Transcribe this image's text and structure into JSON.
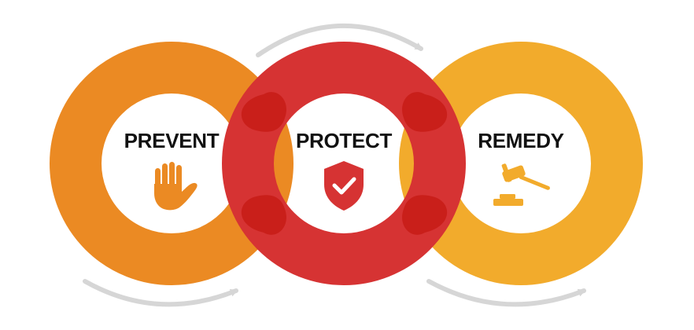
{
  "diagram": {
    "stages": [
      {
        "label": "PREVENT",
        "icon": "raised-hand-icon",
        "color": "#EB8A23"
      },
      {
        "label": "PROTECT",
        "icon": "shield-check-icon",
        "color": "#D63333"
      },
      {
        "label": "REMEDY",
        "icon": "gavel-icon",
        "color": "#F2AB2C"
      }
    ],
    "overlap_color": "#C91F1A",
    "arrow_color": "#D6D6D6",
    "background": "#FFFFFF"
  }
}
